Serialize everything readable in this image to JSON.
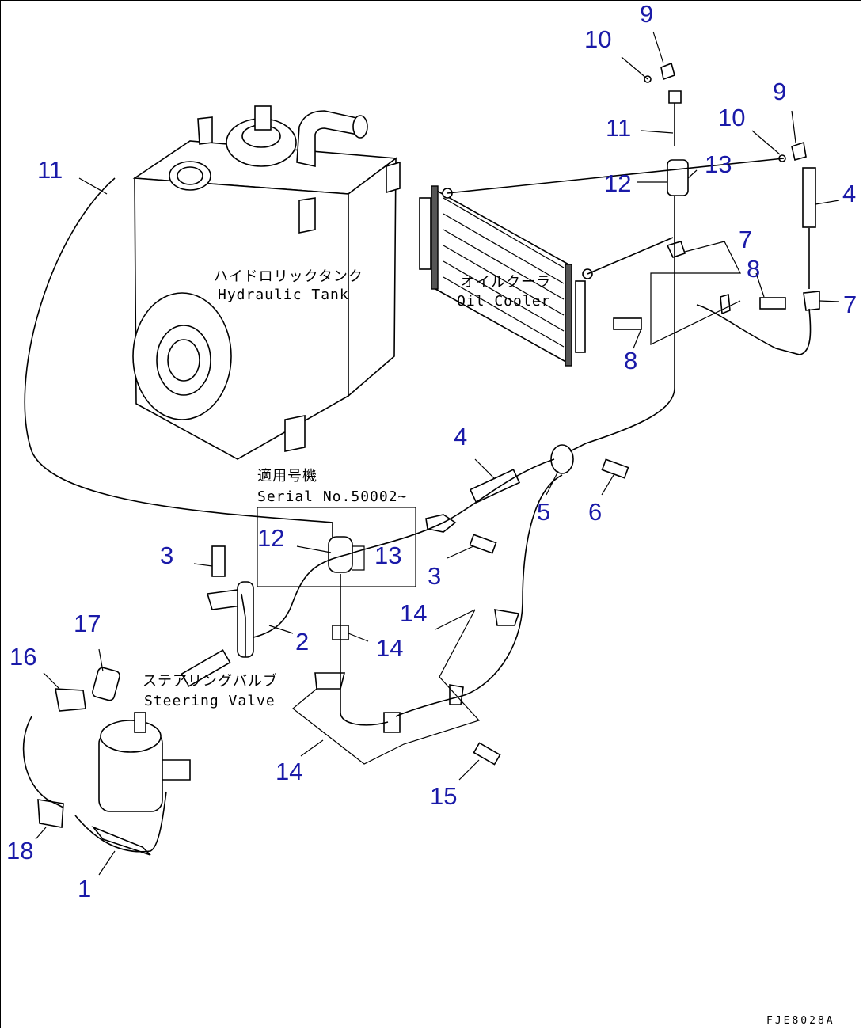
{
  "labels": {
    "hydraulic_tank_jp": "ハイドロリックタンク",
    "hydraulic_tank_en": "Hydraulic Tank",
    "oil_cooler_jp": "オイルクーラ",
    "oil_cooler_en": "Oil Cooler",
    "steering_valve_jp": "ステアリングバルブ",
    "steering_valve_en": "Steering Valve",
    "serial_jp": "適用号機",
    "serial_en": "Serial No.50002~"
  },
  "drawing_code": "FJE8028A",
  "part_numbers": [
    {
      "id": "n9a",
      "text": "9"
    },
    {
      "id": "n10a",
      "text": "10"
    },
    {
      "id": "n9b",
      "text": "9"
    },
    {
      "id": "n10b",
      "text": "10"
    },
    {
      "id": "n11a",
      "text": "11"
    },
    {
      "id": "n13a",
      "text": "13"
    },
    {
      "id": "n12a",
      "text": "12"
    },
    {
      "id": "n4a",
      "text": "4"
    },
    {
      "id": "n11b",
      "text": "11"
    },
    {
      "id": "n7a",
      "text": "7"
    },
    {
      "id": "n8a",
      "text": "8"
    },
    {
      "id": "n7b",
      "text": "7"
    },
    {
      "id": "n8b",
      "text": "8"
    },
    {
      "id": "n4b",
      "text": "4"
    },
    {
      "id": "n5",
      "text": "5"
    },
    {
      "id": "n6",
      "text": "6"
    },
    {
      "id": "n12b",
      "text": "12"
    },
    {
      "id": "n13b",
      "text": "13"
    },
    {
      "id": "n3a",
      "text": "3"
    },
    {
      "id": "n3b",
      "text": "3"
    },
    {
      "id": "n14a",
      "text": "14"
    },
    {
      "id": "n17",
      "text": "17"
    },
    {
      "id": "n2",
      "text": "2"
    },
    {
      "id": "n14b",
      "text": "14"
    },
    {
      "id": "n16",
      "text": "16"
    },
    {
      "id": "n14c",
      "text": "14"
    },
    {
      "id": "n15",
      "text": "15"
    },
    {
      "id": "n18",
      "text": "18"
    },
    {
      "id": "n1",
      "text": "1"
    }
  ]
}
